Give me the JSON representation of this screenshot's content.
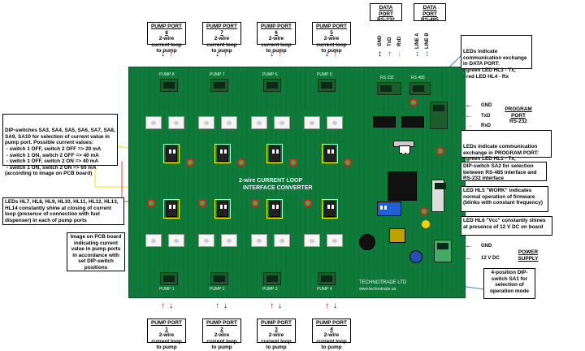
{
  "pump_top": [
    {
      "title": "PUMP PORT 8",
      "desc": "2-wire current loop to pump"
    },
    {
      "title": "PUMP PORT 7",
      "desc": "2-wire current loop to pump"
    },
    {
      "title": "PUMP PORT 6",
      "desc": "2-wire current loop to pump"
    },
    {
      "title": "PUMP PORT 5",
      "desc": "2-wire current loop to pump"
    }
  ],
  "pump_bottom": [
    {
      "title": "PUMP PORT 1",
      "desc": "2-wire current loop to pump"
    },
    {
      "title": "PUMP PORT 2",
      "desc": "2-wire current loop to pump"
    },
    {
      "title": "PUMP PORT 3",
      "desc": "2-wire current loop to pump"
    },
    {
      "title": "PUMP PORT 4",
      "desc": "2-wire current loop to pump"
    }
  ],
  "data_port_rs232": {
    "title": "DATA PORT",
    "desc": "RS-232"
  },
  "data_port_rs485": {
    "title": "DATA PORT",
    "desc": "RS-485"
  },
  "data_pins": [
    "GND",
    "TxD",
    "RxD",
    "LINE A",
    "LINE B"
  ],
  "program_port": {
    "title": "PROGRAM PORT",
    "desc": "RS-232"
  },
  "program_pins": [
    "GND",
    "TxD",
    "RxD"
  ],
  "power_supply": {
    "title": "POWER SUPPLY"
  },
  "power_pins": [
    "GND",
    "12 V DC"
  ],
  "leds_data": "LEDs indicate communication exchange in DATA PORT:\n- green LED HL3 - Tx,\n- red LED HL4 - Rx",
  "leds_program": "LEDs indicate communication exchange in PROGRAM PORT:\n- green LED HL1 - Tx,\n- red LED HL2 - Rx",
  "dip_sa2": "DIP-switch SA2 for selection between RS-485 interface and RS-232 interface",
  "led_hl5": "LED HL5 \"WORK\" indicates normal operation of firmware (blinks with constant frequency)",
  "led_hl6": "LED HL6 \"Vcc\" constantly shines at presence of 12 V DC on board",
  "dip_sa1": "4-position DIP-switch SA1 for selection of operation mode",
  "dip_switches": "DIP-switches SA3, SA4, SA5, SA6, SA7, SA8, SA9, SA10 for selection of current value in pump port. Possible current values:\n - switch 1 OFF, switch 2 OFF => 20 mA\n - switch 1 ON, switch 2 OFF => 40 mA\n - switch 1 OFF, switch 2 ON => 40 mA\n - switch 1 ON, switch 2 ON => 60 mA\n(according to image on PCB board)",
  "leds_hl": "LEDs HL7, HL8, HL9, HL10, HL11, HL12, HL13, HL14 constantly shine at closing of current loop (presence of connection with fuel dispenser) in each of pump ports",
  "image_pcb": "Image on PCB board indicating current value in pump ports in accordance with set DIP-switch positions",
  "pcb_silk": {
    "title_line1": "2-wire CURRENT LOOP",
    "title_line2": "INTERFACE CONVERTER",
    "maker": "TECHNOTRADE LTD",
    "url": "www.technotrade.ua",
    "port_labels_top": [
      "PUMP 8",
      "PUMP 7",
      "PUMP 6",
      "PUMP 5"
    ],
    "port_labels_bottom": [
      "PUMP 1",
      "PUMP 2",
      "PUMP 3",
      "PUMP 4"
    ],
    "rs232": "RS 232",
    "rs485": "RS 485"
  },
  "colors": {
    "pcb": "#0f7a3a",
    "arrow_red": "#d01010",
    "arrow_black": "#000000",
    "line_blue": "#2a8ad0",
    "line_yellow": "#f0e000",
    "pin_gnd": "#000000",
    "pin_txd": "#d01010",
    "pin_rxd": "#f0a000",
    "pin_linea": "#2060d0",
    "pin_lineb": "#20a040"
  }
}
